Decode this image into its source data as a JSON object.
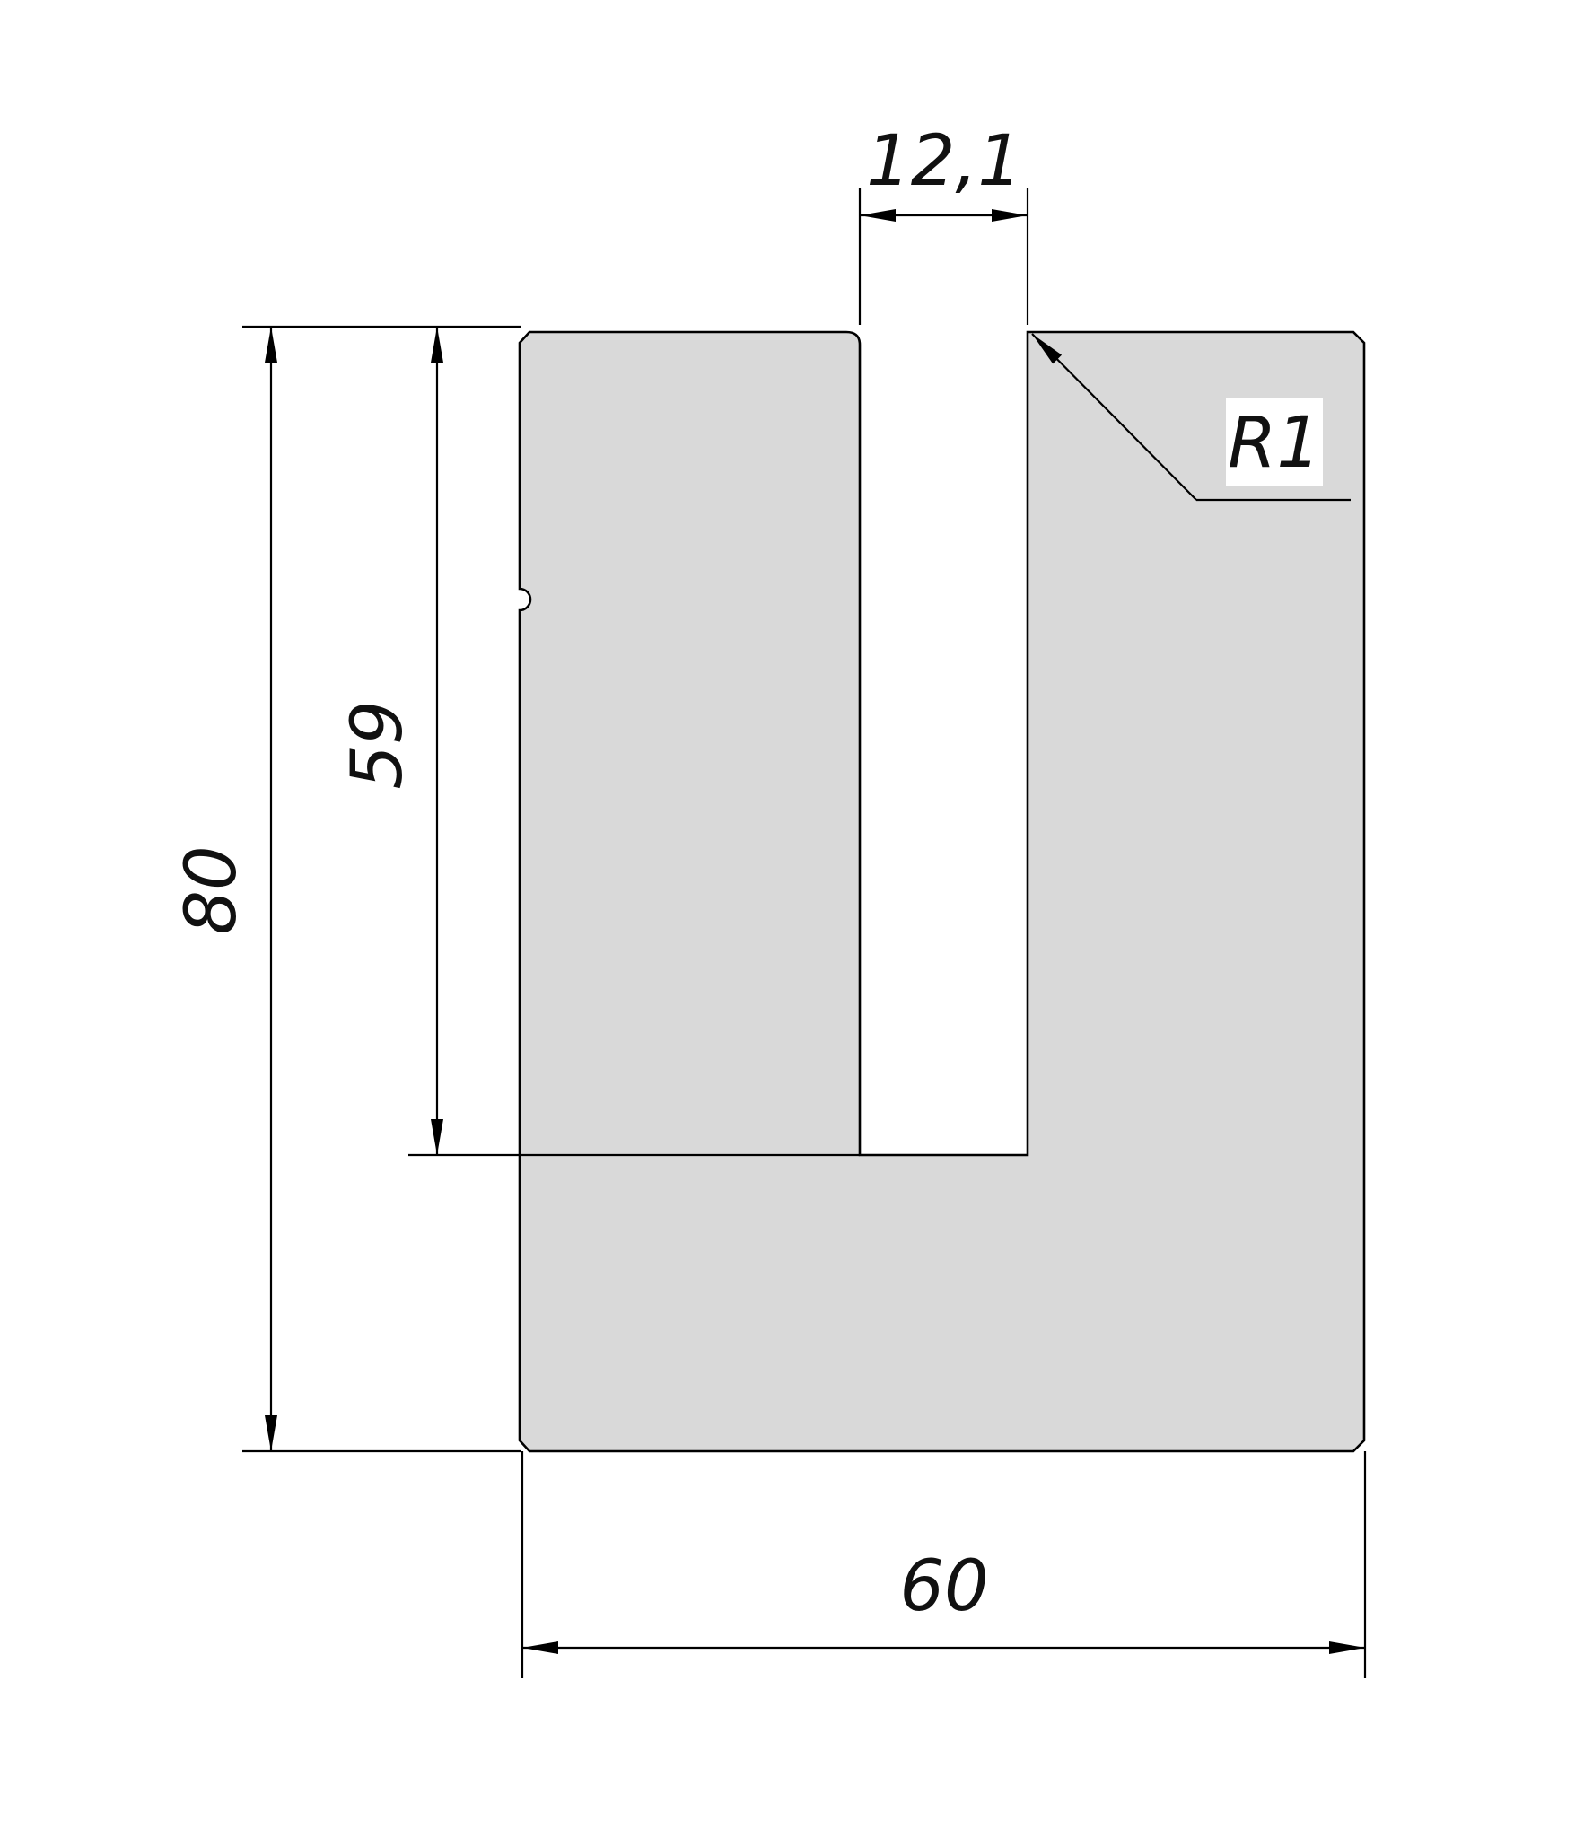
{
  "title": "",
  "part": {
    "fill_color": "#d9d9d9",
    "outline_color": "#000000",
    "background_color": "#ffffff"
  },
  "dimensions": {
    "slot_width": "12,1",
    "overall_height": "80",
    "slot_depth": "59",
    "overall_width": "60",
    "radius": "R1"
  }
}
